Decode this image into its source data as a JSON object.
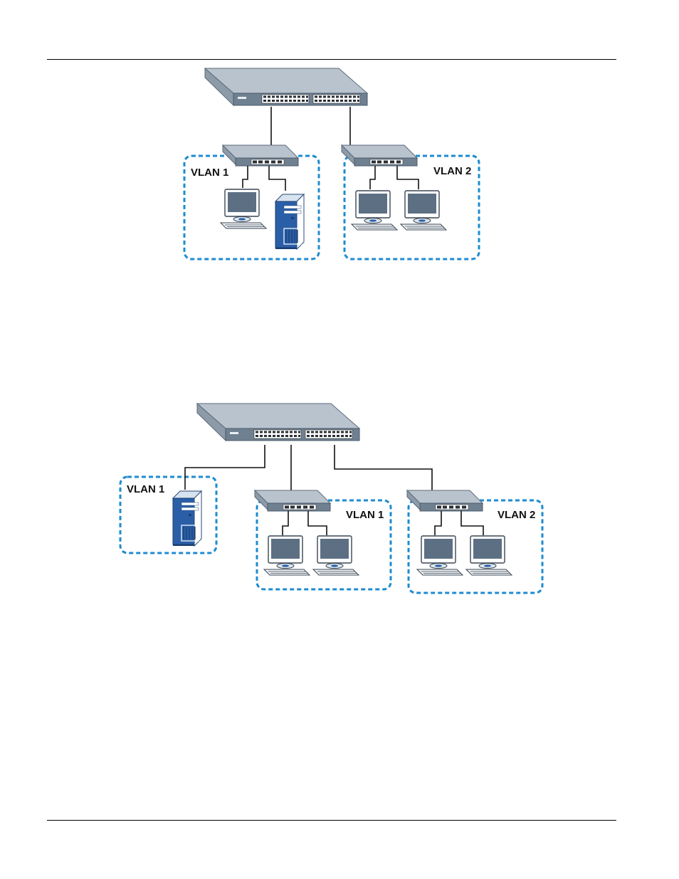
{
  "figure1": {
    "vlan_left_label": "VLAN 1",
    "vlan_right_label": "VLAN 2"
  },
  "figure2": {
    "vlan_server_label": "VLAN 1",
    "vlan_middle_label": "VLAN 1",
    "vlan_right_label": "VLAN 2"
  },
  "colors": {
    "vlan_border": "#1e8bd0",
    "switch_top": "#b7c1cc",
    "switch_front": "#6e7f90",
    "monitor_screen": "#5a6c80",
    "server_blue": "#2a5fa8"
  }
}
